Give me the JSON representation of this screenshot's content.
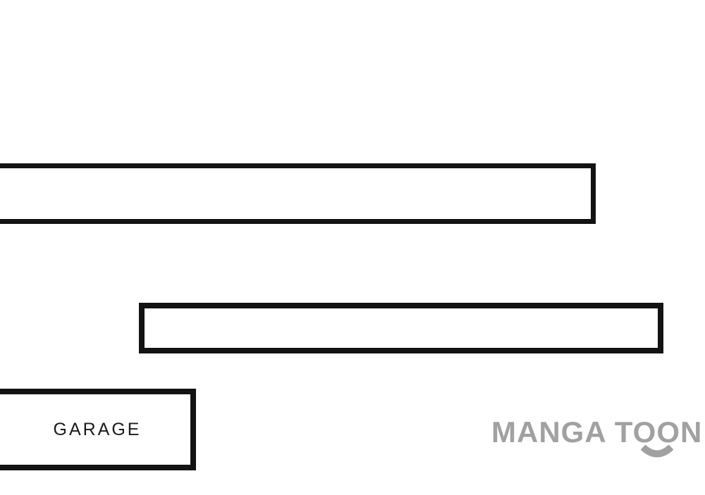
{
  "page": {
    "type": "comic-page",
    "background_color": "#ffffff",
    "panel_border_color": "#131313"
  },
  "panels": {
    "narration_box_top": {
      "text": ""
    },
    "narration_box_middle": {
      "text": ""
    },
    "garage_sign": {
      "label": "GARAGE"
    }
  },
  "watermark": {
    "text": "MANGA TOON",
    "color": "#a1a1a1",
    "icon": "smile-icon"
  }
}
